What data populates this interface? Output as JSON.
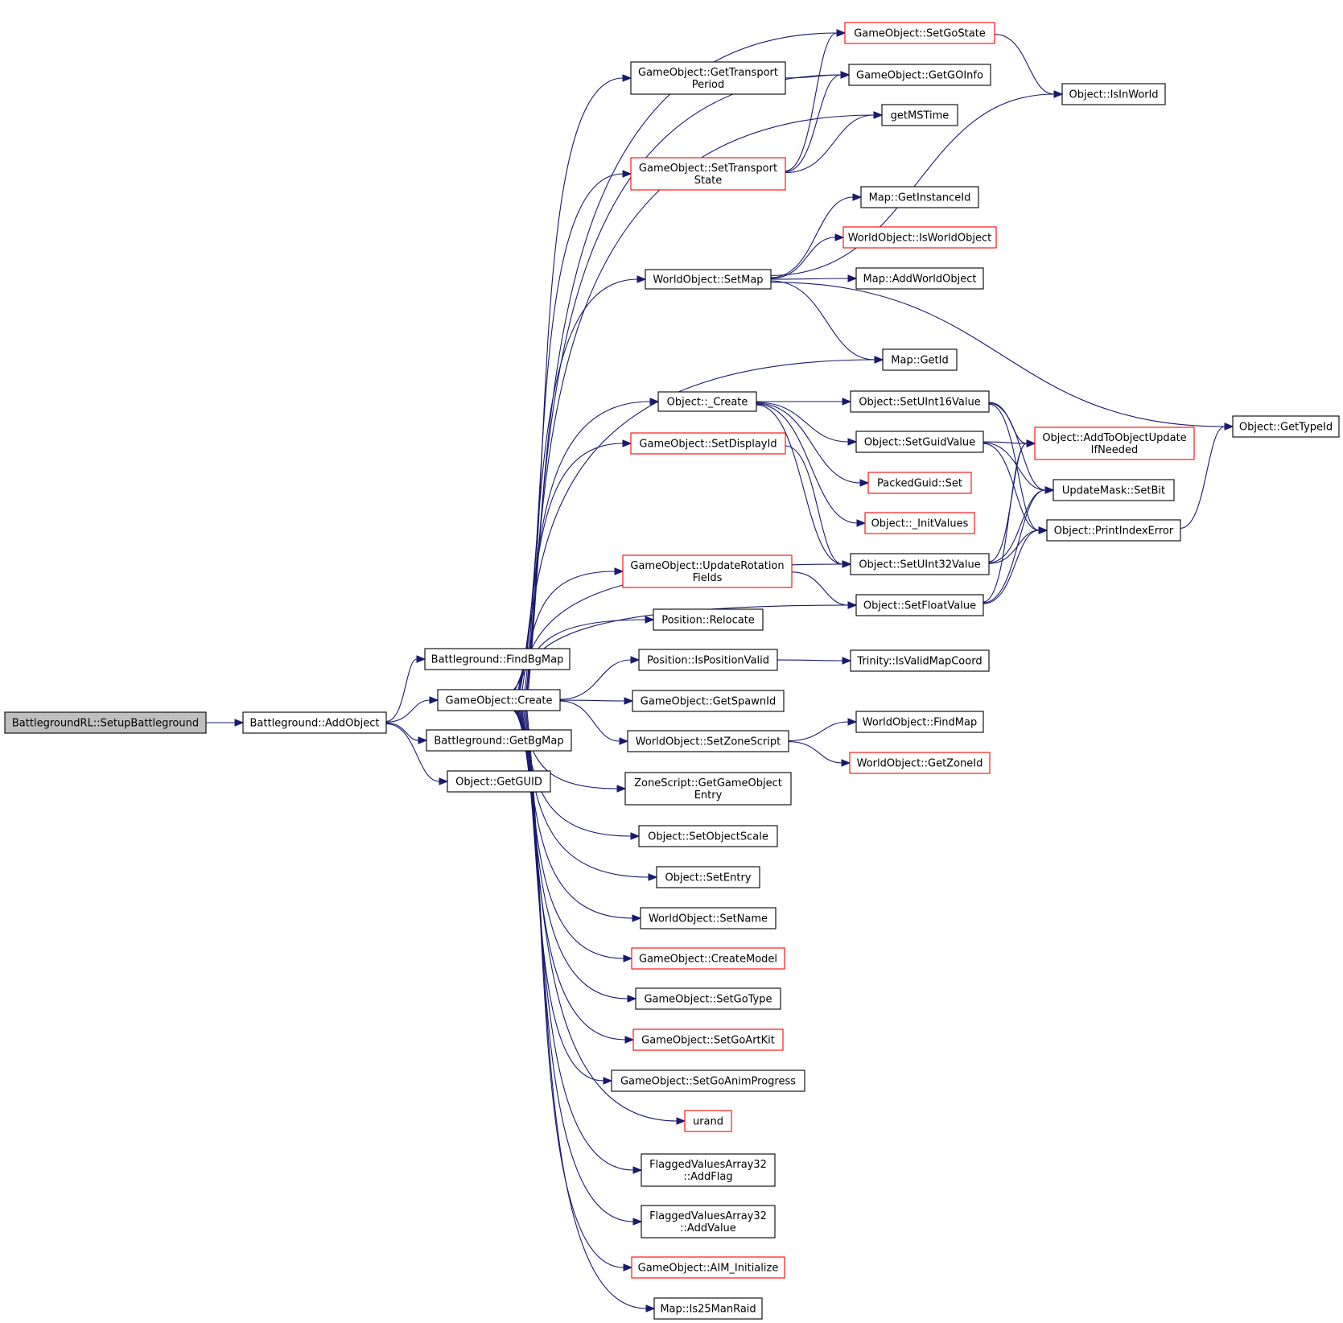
{
  "colors": {
    "edge": "#191970",
    "node_border": "#000000",
    "node_border_red": "#ff0000",
    "root_fill": "#bfbfbf"
  },
  "nodes": [
    {
      "id": "SetupBattleground",
      "lines": [
        "BattlegroundRL::SetupBattleground"
      ],
      "style": "root"
    },
    {
      "id": "AddObject",
      "lines": [
        "Battleground::AddObject"
      ],
      "style": "normal"
    },
    {
      "id": "FindBgMap",
      "lines": [
        "Battleground::FindBgMap"
      ],
      "style": "normal"
    },
    {
      "id": "GOCreate",
      "lines": [
        "GameObject::Create"
      ],
      "style": "normal"
    },
    {
      "id": "GetBgMap",
      "lines": [
        "Battleground::GetBgMap"
      ],
      "style": "normal"
    },
    {
      "id": "GetGUID",
      "lines": [
        "Object::GetGUID"
      ],
      "style": "normal"
    },
    {
      "id": "GetTransportPeriod",
      "lines": [
        "GameObject::GetTransport",
        "Period"
      ],
      "style": "normal"
    },
    {
      "id": "SetTransportState",
      "lines": [
        "GameObject::SetTransport",
        "State"
      ],
      "style": "red"
    },
    {
      "id": "SetMap",
      "lines": [
        "WorldObject::SetMap"
      ],
      "style": "normal"
    },
    {
      "id": "ObjCreate",
      "lines": [
        "Object::_Create"
      ],
      "style": "normal"
    },
    {
      "id": "SetDisplayId",
      "lines": [
        "GameObject::SetDisplayId"
      ],
      "style": "red"
    },
    {
      "id": "UpdateRotationFields",
      "lines": [
        "GameObject::UpdateRotation",
        "Fields"
      ],
      "style": "red"
    },
    {
      "id": "Relocate",
      "lines": [
        "Position::Relocate"
      ],
      "style": "normal"
    },
    {
      "id": "IsPositionValid",
      "lines": [
        "Position::IsPositionValid"
      ],
      "style": "normal"
    },
    {
      "id": "GetSpawnId",
      "lines": [
        "GameObject::GetSpawnId"
      ],
      "style": "normal"
    },
    {
      "id": "SetZoneScript",
      "lines": [
        "WorldObject::SetZoneScript"
      ],
      "style": "normal"
    },
    {
      "id": "GetGameObjectEntry",
      "lines": [
        "ZoneScript::GetGameObject",
        "Entry"
      ],
      "style": "normal"
    },
    {
      "id": "SetObjectScale",
      "lines": [
        "Object::SetObjectScale"
      ],
      "style": "normal"
    },
    {
      "id": "SetEntry",
      "lines": [
        "Object::SetEntry"
      ],
      "style": "normal"
    },
    {
      "id": "SetName",
      "lines": [
        "WorldObject::SetName"
      ],
      "style": "normal"
    },
    {
      "id": "CreateModel",
      "lines": [
        "GameObject::CreateModel"
      ],
      "style": "red"
    },
    {
      "id": "SetGoType",
      "lines": [
        "GameObject::SetGoType"
      ],
      "style": "normal"
    },
    {
      "id": "SetGoArtKit",
      "lines": [
        "GameObject::SetGoArtKit"
      ],
      "style": "red"
    },
    {
      "id": "SetGoAnimProgress",
      "lines": [
        "GameObject::SetGoAnimProgress"
      ],
      "style": "normal"
    },
    {
      "id": "urand",
      "lines": [
        "urand"
      ],
      "style": "red"
    },
    {
      "id": "AddFlag",
      "lines": [
        "FlaggedValuesArray32",
        "::AddFlag"
      ],
      "style": "normal"
    },
    {
      "id": "AddValue",
      "lines": [
        "FlaggedValuesArray32",
        "::AddValue"
      ],
      "style": "normal"
    },
    {
      "id": "AIM_Initialize",
      "lines": [
        "GameObject::AIM_Initialize"
      ],
      "style": "red"
    },
    {
      "id": "Is25ManRaid",
      "lines": [
        "Map::Is25ManRaid"
      ],
      "style": "normal"
    },
    {
      "id": "SetGoState",
      "lines": [
        "GameObject::SetGoState"
      ],
      "style": "red"
    },
    {
      "id": "GetGOInfo",
      "lines": [
        "GameObject::GetGOInfo"
      ],
      "style": "normal"
    },
    {
      "id": "getMSTime",
      "lines": [
        "getMSTime"
      ],
      "style": "normal"
    },
    {
      "id": "GetInstanceId",
      "lines": [
        "Map::GetInstanceId"
      ],
      "style": "normal"
    },
    {
      "id": "IsWorldObject",
      "lines": [
        "WorldObject::IsWorldObject"
      ],
      "style": "red"
    },
    {
      "id": "AddWorldObject",
      "lines": [
        "Map::AddWorldObject"
      ],
      "style": "normal"
    },
    {
      "id": "GetId",
      "lines": [
        "Map::GetId"
      ],
      "style": "normal"
    },
    {
      "id": "SetUInt16Value",
      "lines": [
        "Object::SetUInt16Value"
      ],
      "style": "normal"
    },
    {
      "id": "SetGuidValue",
      "lines": [
        "Object::SetGuidValue"
      ],
      "style": "normal"
    },
    {
      "id": "PackedGuidSet",
      "lines": [
        "PackedGuid::Set"
      ],
      "style": "red"
    },
    {
      "id": "InitValues",
      "lines": [
        "Object::_InitValues"
      ],
      "style": "red"
    },
    {
      "id": "SetUInt32Value",
      "lines": [
        "Object::SetUInt32Value"
      ],
      "style": "normal"
    },
    {
      "id": "SetFloatValue",
      "lines": [
        "Object::SetFloatValue"
      ],
      "style": "normal"
    },
    {
      "id": "IsValidMapCoord",
      "lines": [
        "Trinity::IsValidMapCoord"
      ],
      "style": "normal"
    },
    {
      "id": "FindMap",
      "lines": [
        "WorldObject::FindMap"
      ],
      "style": "normal"
    },
    {
      "id": "GetZoneId",
      "lines": [
        "WorldObject::GetZoneId"
      ],
      "style": "red"
    },
    {
      "id": "IsInWorld",
      "lines": [
        "Object::IsInWorld"
      ],
      "style": "normal"
    },
    {
      "id": "AddToObjectUpdate",
      "lines": [
        "Object::AddToObjectUpdate",
        "IfNeeded"
      ],
      "style": "red"
    },
    {
      "id": "SetBit",
      "lines": [
        "UpdateMask::SetBit"
      ],
      "style": "normal"
    },
    {
      "id": "PrintIndexError",
      "lines": [
        "Object::PrintIndexError"
      ],
      "style": "normal"
    },
    {
      "id": "GetTypeId",
      "lines": [
        "Object::GetTypeId"
      ],
      "style": "normal"
    }
  ],
  "edges": [
    [
      "SetupBattleground",
      "AddObject"
    ],
    [
      "AddObject",
      "FindBgMap"
    ],
    [
      "AddObject",
      "GOCreate"
    ],
    [
      "AddObject",
      "GetBgMap"
    ],
    [
      "AddObject",
      "GetGUID"
    ],
    [
      "GOCreate",
      "SetGoState"
    ],
    [
      "GOCreate",
      "GetTransportPeriod"
    ],
    [
      "GOCreate",
      "GetGOInfo"
    ],
    [
      "GOCreate",
      "getMSTime"
    ],
    [
      "GOCreate",
      "SetTransportState"
    ],
    [
      "GOCreate",
      "SetMap"
    ],
    [
      "GOCreate",
      "GetId"
    ],
    [
      "GOCreate",
      "ObjCreate"
    ],
    [
      "GOCreate",
      "SetDisplayId"
    ],
    [
      "GOCreate",
      "SetUInt32Value"
    ],
    [
      "GOCreate",
      "SetFloatValue"
    ],
    [
      "GOCreate",
      "UpdateRotationFields"
    ],
    [
      "GOCreate",
      "Relocate"
    ],
    [
      "GOCreate",
      "IsPositionValid"
    ],
    [
      "GOCreate",
      "GetSpawnId"
    ],
    [
      "GOCreate",
      "SetZoneScript"
    ],
    [
      "GOCreate",
      "GetGameObjectEntry"
    ],
    [
      "GOCreate",
      "SetObjectScale"
    ],
    [
      "GOCreate",
      "SetEntry"
    ],
    [
      "GOCreate",
      "SetName"
    ],
    [
      "GOCreate",
      "CreateModel"
    ],
    [
      "GOCreate",
      "SetGoType"
    ],
    [
      "GOCreate",
      "SetGoArtKit"
    ],
    [
      "GOCreate",
      "SetGoAnimProgress"
    ],
    [
      "GOCreate",
      "urand"
    ],
    [
      "GOCreate",
      "AddFlag"
    ],
    [
      "GOCreate",
      "AddValue"
    ],
    [
      "GOCreate",
      "AIM_Initialize"
    ],
    [
      "GOCreate",
      "Is25ManRaid"
    ],
    [
      "GetTransportPeriod",
      "GetGOInfo"
    ],
    [
      "SetTransportState",
      "SetGoState"
    ],
    [
      "SetTransportState",
      "GetGOInfo"
    ],
    [
      "SetTransportState",
      "getMSTime"
    ],
    [
      "SetMap",
      "IsInWorld"
    ],
    [
      "SetMap",
      "GetInstanceId"
    ],
    [
      "SetMap",
      "IsWorldObject"
    ],
    [
      "SetMap",
      "AddWorldObject"
    ],
    [
      "SetMap",
      "GetId"
    ],
    [
      "SetMap",
      "GetTypeId"
    ],
    [
      "ObjCreate",
      "SetUInt16Value"
    ],
    [
      "ObjCreate",
      "SetGuidValue"
    ],
    [
      "ObjCreate",
      "PackedGuidSet"
    ],
    [
      "ObjCreate",
      "InitValues"
    ],
    [
      "ObjCreate",
      "SetUInt32Value"
    ],
    [
      "SetDisplayId",
      "SetUInt32Value"
    ],
    [
      "UpdateRotationFields",
      "SetFloatValue"
    ],
    [
      "IsPositionValid",
      "IsValidMapCoord"
    ],
    [
      "SetZoneScript",
      "FindMap"
    ],
    [
      "SetZoneScript",
      "GetZoneId"
    ],
    [
      "SetGoState",
      "IsInWorld"
    ],
    [
      "SetUInt16Value",
      "AddToObjectUpdate"
    ],
    [
      "SetUInt16Value",
      "SetBit"
    ],
    [
      "SetUInt16Value",
      "PrintIndexError"
    ],
    [
      "SetGuidValue",
      "AddToObjectUpdate"
    ],
    [
      "SetGuidValue",
      "SetBit"
    ],
    [
      "SetGuidValue",
      "PrintIndexError"
    ],
    [
      "SetUInt32Value",
      "AddToObjectUpdate"
    ],
    [
      "SetUInt32Value",
      "SetBit"
    ],
    [
      "SetUInt32Value",
      "PrintIndexError"
    ],
    [
      "SetFloatValue",
      "AddToObjectUpdate"
    ],
    [
      "SetFloatValue",
      "SetBit"
    ],
    [
      "SetFloatValue",
      "PrintIndexError"
    ],
    [
      "PrintIndexError",
      "GetTypeId"
    ]
  ]
}
